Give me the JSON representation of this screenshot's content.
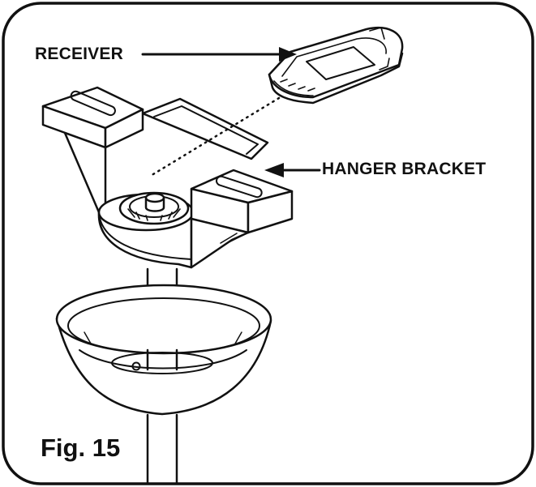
{
  "labels": {
    "receiver": "RECEIVER",
    "hanger_bracket": "HANGER BRACKET"
  },
  "caption": "Fig. 15",
  "colors": {
    "line": "#111111",
    "fill": "#ffffff"
  }
}
